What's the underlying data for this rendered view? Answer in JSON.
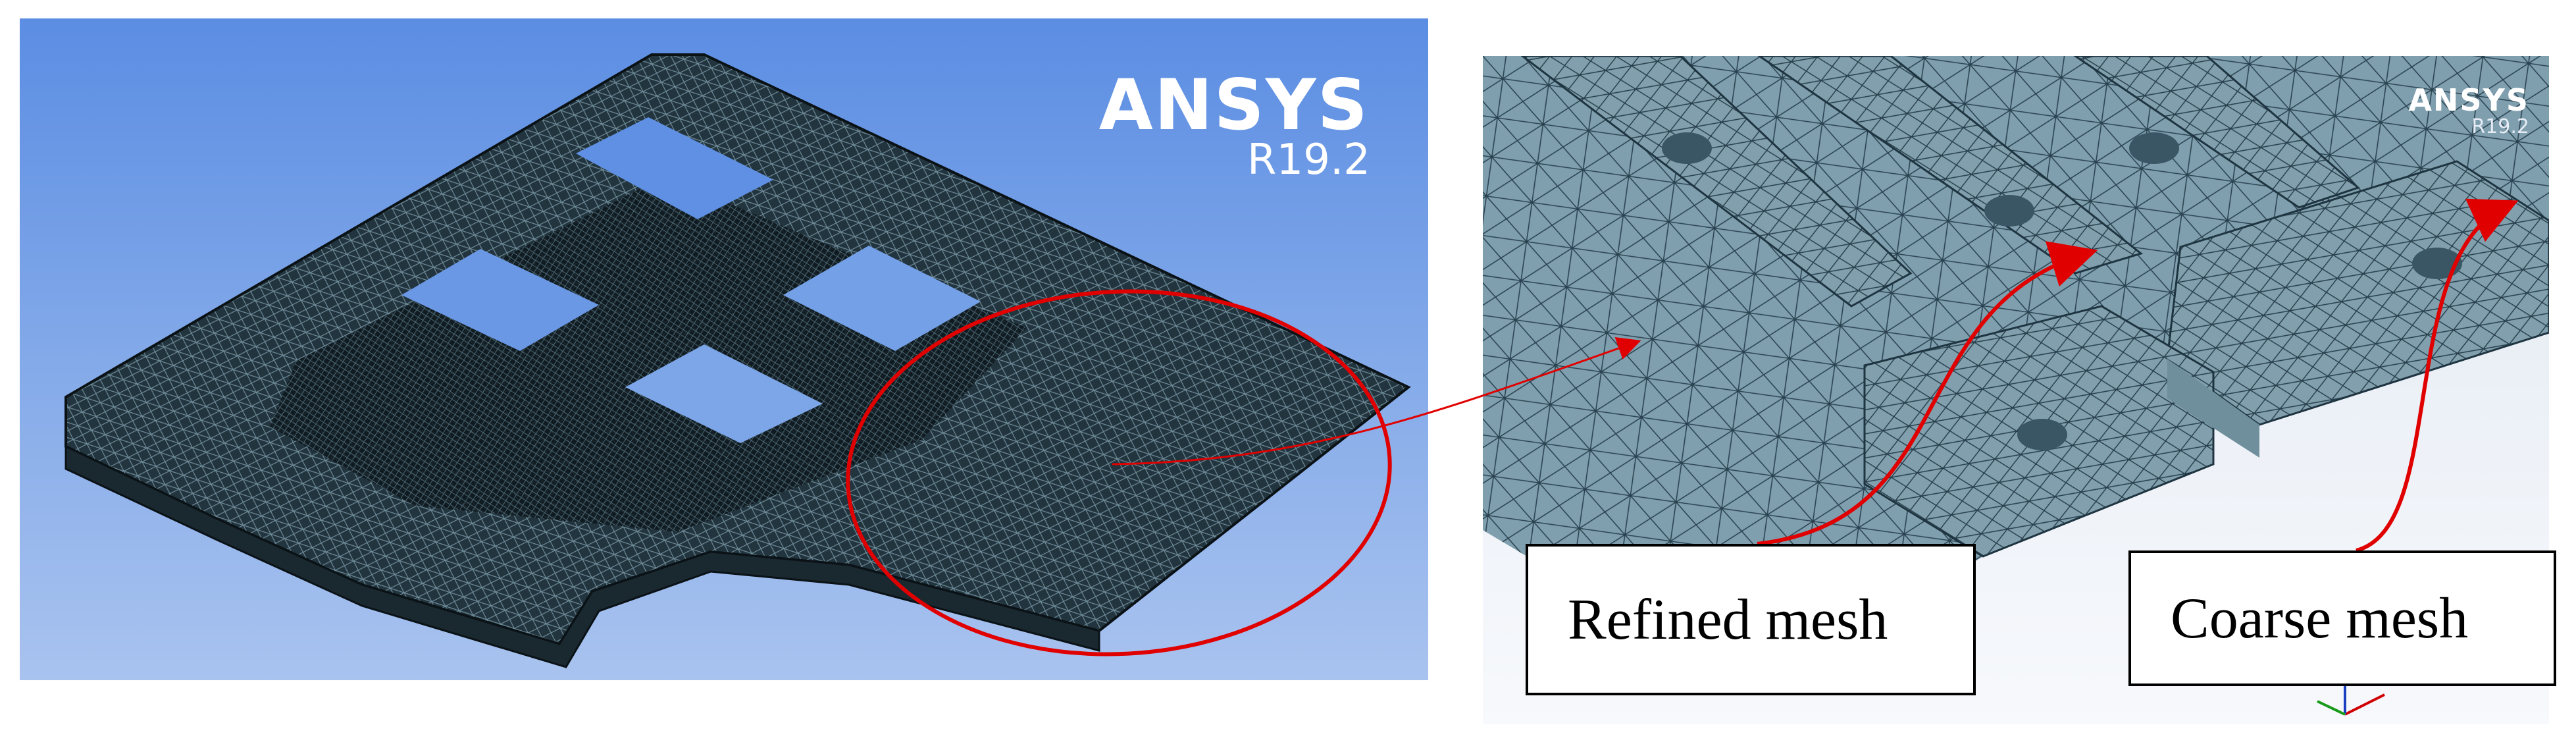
{
  "left_view": {
    "logo_text": "ANSYS",
    "version_text": "R19.2",
    "background_color": "#5b8de3",
    "mesh_color": "#1b2a33",
    "highlight_color": "#e00000"
  },
  "right_view": {
    "logo_text": "ANSYS",
    "version_text": "R19.2",
    "surface_color": "#7d9fae",
    "mesh_line_color": "#1e3440"
  },
  "labels": {
    "refined": "Refined mesh",
    "coarse": "Coarse mesh"
  },
  "arrow_color": "#e00000"
}
